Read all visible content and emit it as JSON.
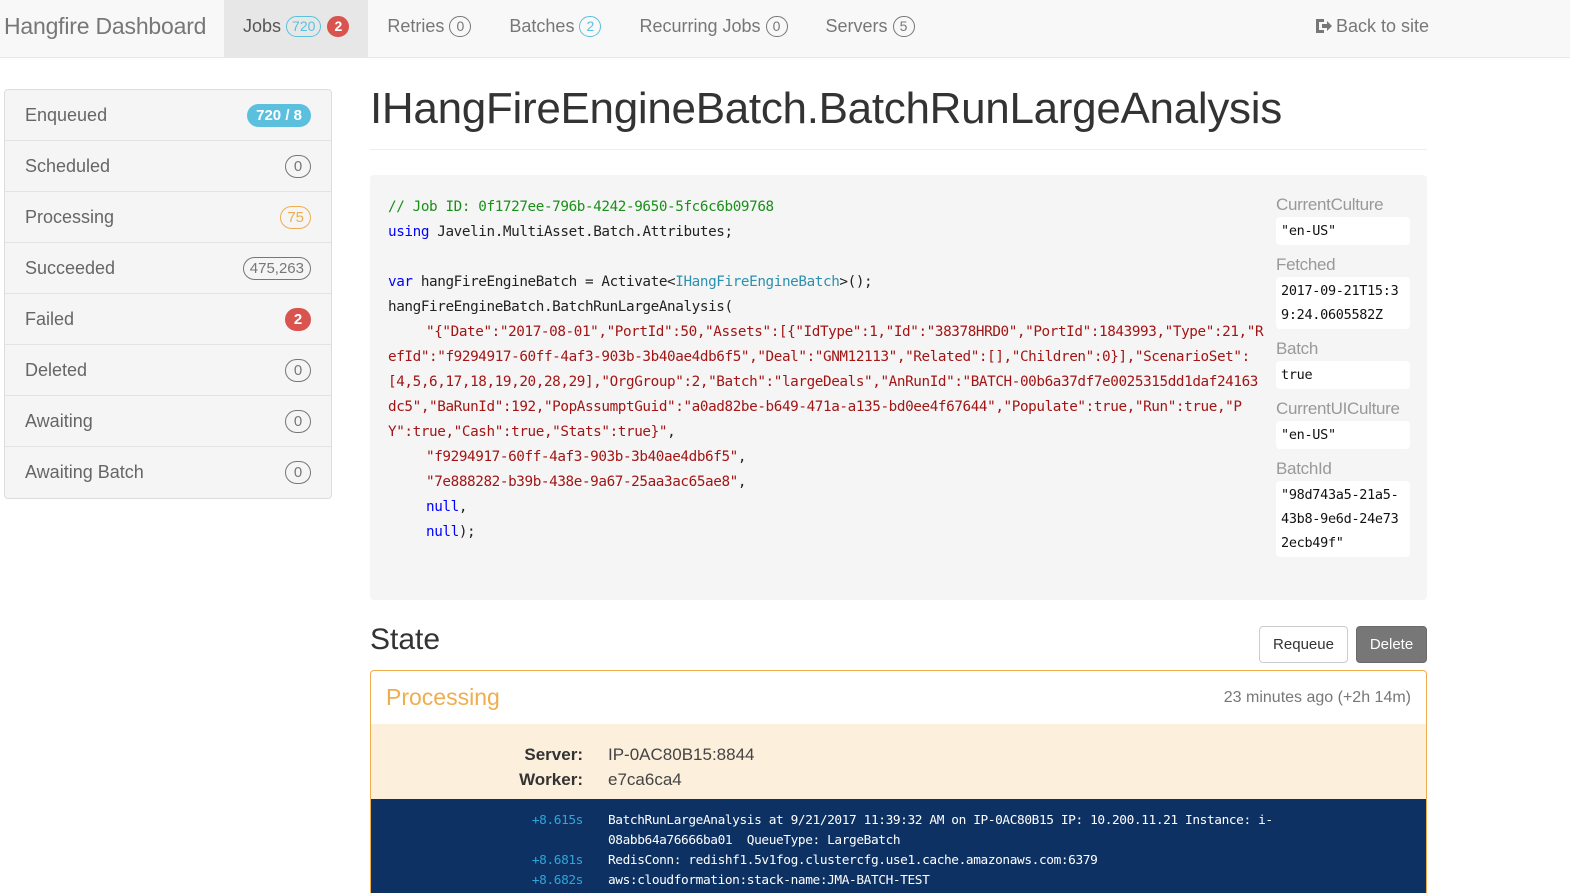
{
  "navbar": {
    "brand": "Hangfire Dashboard",
    "items": [
      {
        "label": "Jobs",
        "count": "720",
        "alert": "2",
        "active": true
      },
      {
        "label": "Retries",
        "count": "0"
      },
      {
        "label": "Batches",
        "count": "2"
      },
      {
        "label": "Recurring Jobs",
        "count": "0"
      },
      {
        "label": "Servers",
        "count": "5"
      }
    ],
    "back_to_site": "Back to site",
    "back_icon": "sign-out-icon"
  },
  "sidebar": {
    "items": [
      {
        "label": "Enqueued",
        "count": "720 / 8"
      },
      {
        "label": "Scheduled",
        "count": "0"
      },
      {
        "label": "Processing",
        "count": "75"
      },
      {
        "label": "Succeeded",
        "count": "475,263"
      },
      {
        "label": "Failed",
        "count": "2"
      },
      {
        "label": "Deleted",
        "count": "0"
      },
      {
        "label": "Awaiting",
        "count": "0"
      },
      {
        "label": "Awaiting Batch",
        "count": "0"
      }
    ]
  },
  "job": {
    "title": "IHangFireEngineBatch.BatchRunLargeAnalysis",
    "code": {
      "comment": "// Job ID: 0f1727ee-796b-4242-9650-5fc6c6b09768",
      "using_kw": "using",
      "using_ns": " Javelin.MultiAsset.Batch.Attributes;",
      "var_kw": "var",
      "var_decl": " hangFireEngineBatch = Activate<",
      "activate_type": "IHangFireEngineBatch",
      "activate_end": ">();",
      "method_call": "hangFireEngineBatch.BatchRunLargeAnalysis(",
      "arg1": "\"{\"Date\":\"2017-08-01\",\"PortId\":50,\"Assets\":[{\"IdType\":1,\"Id\":\"38378HRD0\",\"PortId\":1843993,\"Type\":21,\"RefId\":\"f9294917-60ff-4af3-903b-3b40ae4db6f5\",\"Deal\":\"GNM12113\",\"Related\":[],\"Children\":0}],\"ScenarioSet\":[4,5,6,17,18,19,20,28,29],\"OrgGroup\":2,\"Batch\":\"largeDeals\",\"AnRunId\":\"BATCH-00b6a37df7e0025315dd1daf24163dc5\",\"BaRunId\":192,\"PopAssumptGuid\":\"a0ad82be-b649-471a-a135-bd0ee4f67644\",\"Populate\":true,\"Run\":true,\"PY\":true,\"Cash\":true,\"Stats\":true}\"",
      "arg2": "\"f9294917-60ff-4af3-903b-3b40ae4db6f5\"",
      "arg3": "\"7e888282-b39b-438e-9a67-25aa3ac65ae8\"",
      "arg4": "null",
      "arg5": "null",
      "comma": ",",
      "close": ");"
    },
    "parameters": [
      {
        "name": "CurrentCulture",
        "value": "\"en-US\""
      },
      {
        "name": "Fetched",
        "value": "2017-09-21T15:39:24.0605582Z"
      },
      {
        "name": "Batch",
        "value": "true"
      },
      {
        "name": "CurrentUICulture",
        "value": "\"en-US\""
      },
      {
        "name": "BatchId",
        "value": "\"98d743a5-21a5-43b8-9e6d-24e732ecb49f\""
      }
    ]
  },
  "state": {
    "heading": "State",
    "requeue_label": "Requeue",
    "delete_label": "Delete",
    "current": {
      "name": "Processing",
      "time": "23 minutes ago (+2h 14m)",
      "color": "#f0ad4e",
      "server_label": "Server:",
      "server": "IP-0AC80B15:8844",
      "worker_label": "Worker:",
      "worker": "e7ca6ca4"
    },
    "console": [
      {
        "time": "+8.615s",
        "message": "BatchRunLargeAnalysis at 9/21/2017 11:39:32 AM on IP-0AC80B15 IP: 10.200.11.21 Instance: i-08abb64a76666ba01  QueueType: LargeBatch"
      },
      {
        "time": "+8.681s",
        "message": "RedisConn: redishf1.5v1fog.clustercfg.use1.cache.amazonaws.com:6379"
      },
      {
        "time": "+8.682s",
        "message": "aws:cloudformation:stack-name:JMA-BATCH-TEST"
      }
    ]
  },
  "colors": {
    "info": "#5bc0de",
    "danger": "#d9534f",
    "warning": "#f0ad4e",
    "console_bg": "#0d3163",
    "console_time": "#30a5d8"
  }
}
